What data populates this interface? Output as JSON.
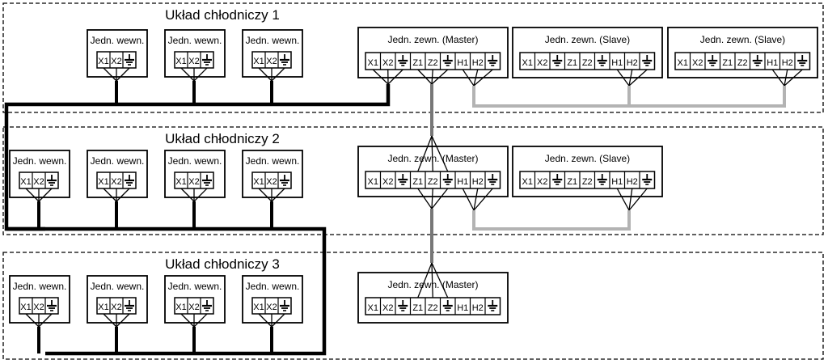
{
  "labels": {
    "indoor": "Jedn. wewn.",
    "outdoor_master": "Jedn. zewn. (Master)",
    "outdoor_slave": "Jedn. zewn. (Slave)"
  },
  "colors": {
    "indoor_bus": "#000000",
    "master_link": "#777777",
    "slave_link": "#b3b3b3",
    "region_border": "#000000",
    "box_border": "#000000"
  },
  "icons": {
    "ground": "ground-icon"
  },
  "systems": [
    {
      "title": "Układ chłodniczy 1",
      "indoor_units": 3,
      "outdoor_units": [
        {
          "role": "master",
          "terminals": [
            "X1",
            "X2",
            "gnd",
            "Z1",
            "Z2",
            "gnd",
            "H1",
            "H2",
            "gnd"
          ]
        },
        {
          "role": "slave",
          "terminals": [
            "X1",
            "X2",
            "gnd",
            "Z1",
            "Z2",
            "gnd",
            "H1",
            "H2",
            "gnd"
          ]
        },
        {
          "role": "slave",
          "terminals": [
            "X1",
            "X2",
            "gnd",
            "Z1",
            "Z2",
            "gnd",
            "H1",
            "H2",
            "gnd"
          ]
        }
      ]
    },
    {
      "title": "Układ chłodniczy 2",
      "indoor_units": 4,
      "outdoor_units": [
        {
          "role": "master",
          "terminals": [
            "X1",
            "X2",
            "gnd",
            "Z1",
            "Z2",
            "gnd",
            "H1",
            "H2",
            "gnd"
          ]
        },
        {
          "role": "slave",
          "terminals": [
            "X1",
            "X2",
            "gnd",
            "Z1",
            "Z2",
            "gnd",
            "H1",
            "H2",
            "gnd"
          ]
        }
      ]
    },
    {
      "title": "Układ chłodniczy 3",
      "indoor_units": 4,
      "outdoor_units": [
        {
          "role": "master",
          "terminals": [
            "X1",
            "X2",
            "gnd",
            "Z1",
            "Z2",
            "gnd",
            "H1",
            "H2",
            "gnd"
          ]
        }
      ]
    }
  ],
  "indoor_terminals": [
    "X1",
    "X2",
    "gnd"
  ]
}
